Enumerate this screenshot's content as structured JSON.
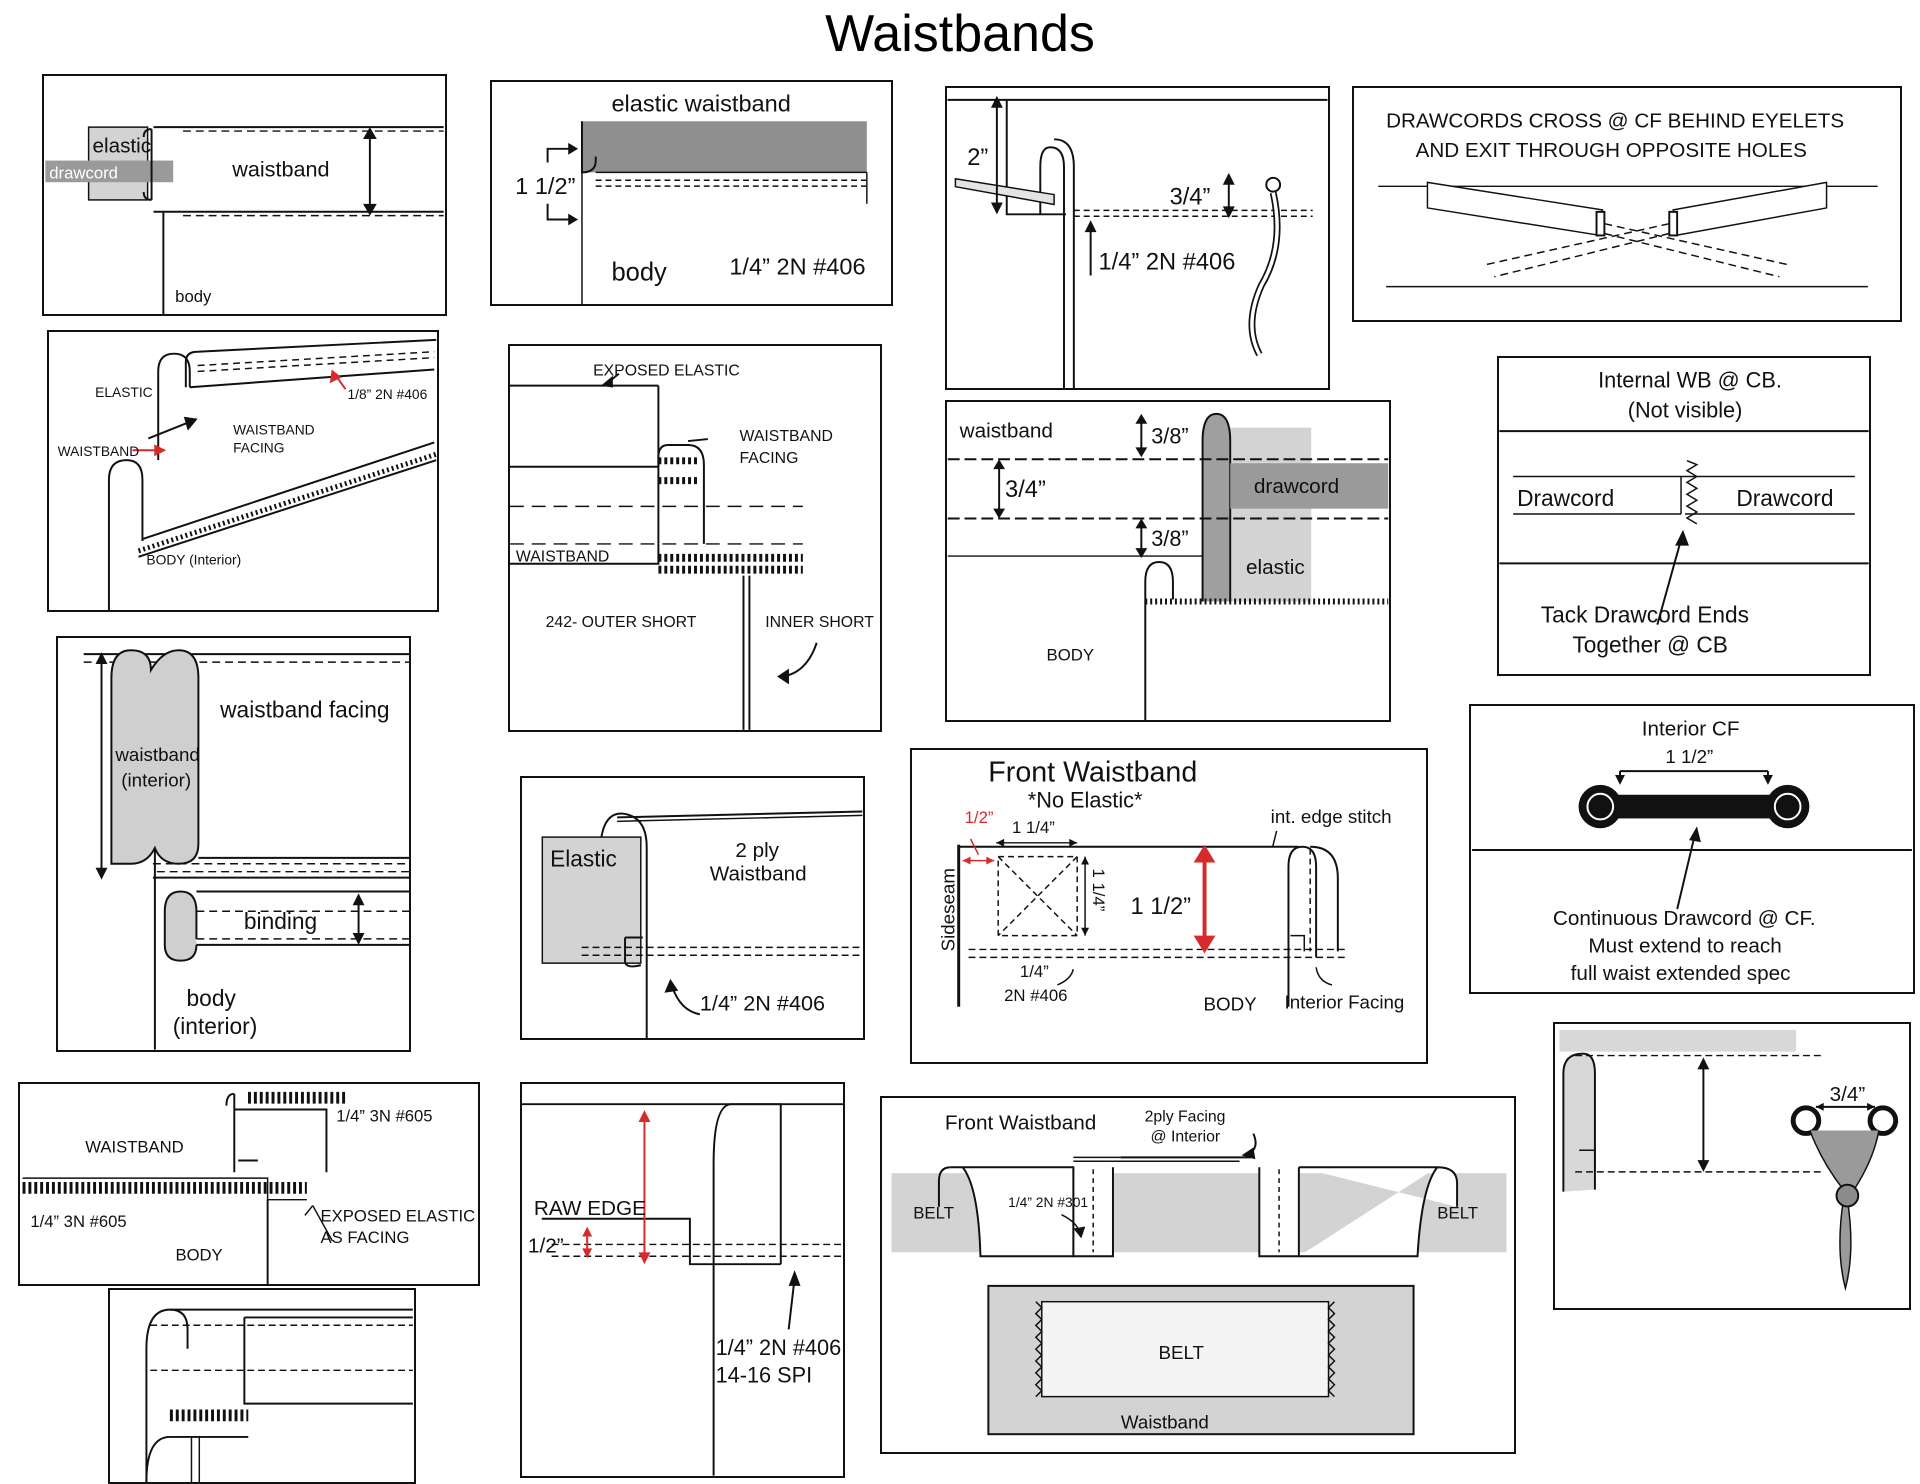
{
  "page": {
    "title": "Waistbands"
  },
  "colors": {
    "stitch_red": "#d8292b",
    "gray_fill": "#9a9a9a",
    "light_gray_fill": "#d3d3d3",
    "ink": "#111111"
  },
  "p1": {
    "elastic": "elastic",
    "drawcord": "drawcord",
    "waistband": "waistband",
    "body": "body"
  },
  "p2": {
    "title": "elastic waistband",
    "dim": "1 1/2”",
    "body": "body",
    "stitch": "1/4” 2N #406"
  },
  "p3": {
    "dim_2": "2”",
    "dim_34": "3/4”",
    "stitch": "1/4” 2N #406"
  },
  "p4": {
    "line1": "DRAWCORDS CROSS @ CF BEHIND EYELETS",
    "line2": "AND EXIT THROUGH OPPOSITE HOLES"
  },
  "p5": {
    "elastic": "ELASTIC",
    "stitch": "1/8” 2N #406",
    "facing1": "WAISTBAND",
    "facing2": "FACING",
    "waistband": "WAISTBAND",
    "body": "BODY (Interior)"
  },
  "p6": {
    "exposed": "EXPOSED ELASTIC",
    "facing1": "WAISTBAND",
    "facing2": "FACING",
    "waistband": "WAISTBAND",
    "outer": "242- OUTER SHORT",
    "inner": "INNER SHORT"
  },
  "p7": {
    "waistband": "waistband",
    "dim_a": "3/8”",
    "dim_b": "3/4”",
    "dim_c": "3/8”",
    "drawcord": "drawcord",
    "elastic": "elastic",
    "body": "BODY"
  },
  "p8": {
    "line1": "Internal WB @ CB.",
    "line2": "(Not visible)",
    "drawcord_left": "Drawcord",
    "drawcord_right": "Drawcord",
    "tack1": "Tack Drawcord Ends",
    "tack2": "Together @ CB"
  },
  "p9": {
    "facing": "waistband facing",
    "wb1": "waistband",
    "wb2": "(interior)",
    "binding": "binding",
    "body1": "body",
    "body2": "(interior)"
  },
  "p10": {
    "elastic": "Elastic",
    "ply1": "2 ply",
    "ply2": "Waistband",
    "stitch": "1/4” 2N #406"
  },
  "p11": {
    "title": "Front Waistband",
    "subtitle": "*No Elastic*",
    "edge": "int. edge stitch",
    "half": "1/2”",
    "one_quarter": "1 1/4”",
    "one_quarter_v": "1 1/4”",
    "one_half": "1 1/2”",
    "sideseam": "Sideseam",
    "stitch1": "1/4”",
    "stitch2": "2N #406",
    "body": "BODY",
    "facing": "Interior Facing"
  },
  "p12": {
    "title": "Interior CF",
    "dim": "1 1/2”",
    "line1": "Continuous Drawcord @ CF.",
    "line2": "Must extend to reach",
    "line3": "full waist extended spec"
  },
  "p13": {
    "waistband": "WAISTBAND",
    "stitch_top": "1/4” 3N #605",
    "stitch_left": "1/4” 3N #605",
    "exposed1": "EXPOSED  ELASTIC",
    "exposed2": "AS FACING",
    "body": "BODY"
  },
  "p14": {
    "raw": "RAW EDGE",
    "half": "1/2”",
    "stitch": "1/4” 2N #406",
    "spi": "14-16 SPI"
  },
  "p15": {
    "title": "Front Waistband",
    "facing1": "2ply Facing",
    "facing2": "@ Interior",
    "belt_left": "BELT",
    "belt_right": "BELT",
    "stitch": "1/4” 2N #301",
    "belt_center": "BELT",
    "waistband": "Waistband"
  },
  "p16": {
    "dim": "3/4”"
  }
}
